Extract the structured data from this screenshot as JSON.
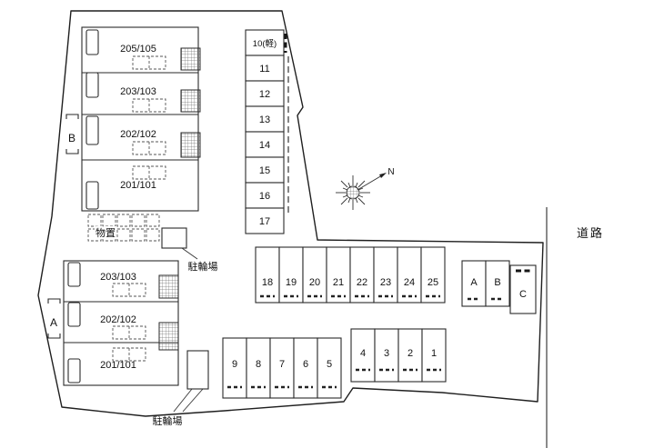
{
  "labels": {
    "road": "道路",
    "storage": "物置",
    "bike_parking_top": "駐輪場",
    "bike_parking_bottom": "駐輪場",
    "north": "N"
  },
  "building_b": {
    "label": "B",
    "rooms": [
      "205/105",
      "203/103",
      "202/102",
      "201/101"
    ]
  },
  "building_a": {
    "label": "A",
    "rooms": [
      "203/103",
      "202/102",
      "201/101"
    ]
  },
  "parking": {
    "vertical_column": [
      "10(軽)",
      "11",
      "12",
      "13",
      "14",
      "15",
      "16",
      "17"
    ],
    "middle_row": [
      "18",
      "19",
      "20",
      "21",
      "22",
      "23",
      "24",
      "25"
    ],
    "letter_row": [
      "A",
      "B",
      "C"
    ],
    "bottom_left_row": [
      "9",
      "8",
      "7",
      "6",
      "5"
    ],
    "bottom_right_row": [
      "4",
      "3",
      "2",
      "1"
    ]
  },
  "colors": {
    "line": "#1f1f1f",
    "background": "#ffffff"
  }
}
